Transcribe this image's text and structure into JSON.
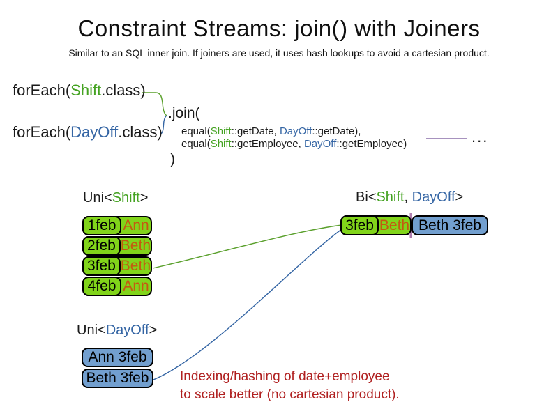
{
  "title": "Constraint Streams: join() with Joiners",
  "subtitle": "Similar to an SQL inner join. If joiners are used, it uses hash lookups to avoid a cartesian product.",
  "code": {
    "foreach_shift": {
      "pre": "forEach(",
      "type": "Shift",
      "post": ".class)"
    },
    "foreach_dayoff": {
      "pre": "forEach(",
      "type": "DayOff",
      "post": ".class)"
    },
    "join_open": ".join(",
    "equal_date": {
      "pre": "equal(",
      "shift": "Shift",
      "mid": "::getDate, ",
      "dayoff": "DayOff",
      "post": "::getDate),"
    },
    "equal_employee": {
      "pre": "equal(",
      "shift": "Shift",
      "mid": "::getEmployee, ",
      "dayoff": "DayOff",
      "post": "::getEmployee)"
    },
    "ellipsis": "...",
    "join_close": ")"
  },
  "uni_shift": {
    "label": {
      "pre": "Uni<",
      "type": "Shift",
      "post": ">"
    },
    "rows": [
      {
        "date": "1feb",
        "employee": "Ann"
      },
      {
        "date": "2feb",
        "employee": "Beth"
      },
      {
        "date": "3feb",
        "employee": "Beth"
      },
      {
        "date": "4feb",
        "employee": "Ann"
      }
    ]
  },
  "uni_dayoff": {
    "label": {
      "pre": "Uni<",
      "type": "DayOff",
      "post": ">"
    },
    "rows": [
      {
        "text": "Ann 3feb"
      },
      {
        "text": "Beth 3feb"
      }
    ]
  },
  "bi": {
    "label": {
      "pre": "Bi<",
      "shift": "Shift",
      "sep": ", ",
      "dayoff": "DayOff",
      "post": ">"
    },
    "row": {
      "date": "3feb",
      "employee": "Beth",
      "dayoff": "Beth 3feb"
    }
  },
  "note": {
    "line1": "Indexing/hashing of date+employee",
    "line2": "to scale better (no cartesian product)."
  },
  "colors": {
    "green_text": "#44a221",
    "blue_text": "#3465a4",
    "green_fill": "#81d41a",
    "blue_fill": "#729fcf",
    "orange_text": "#c45911",
    "red_text": "#b02020",
    "purple_line": "#8a6fa8",
    "green_line": "#5aa02c",
    "blue_line": "#3465a4"
  }
}
